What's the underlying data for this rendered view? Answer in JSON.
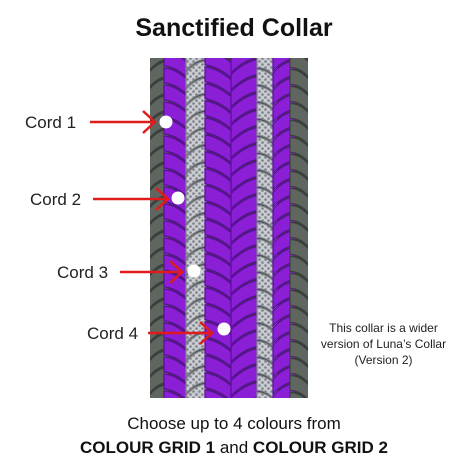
{
  "title": "Sanctified Collar",
  "cords": [
    {
      "label": "Cord 1"
    },
    {
      "label": "Cord 2"
    },
    {
      "label": "Cord 3"
    },
    {
      "label": "Cord 4"
    }
  ],
  "note": {
    "line1": "This collar is a wider",
    "line2": "version of Luna’s Collar",
    "line3": "(Version 2)"
  },
  "footer": {
    "line1": "Choose up to 4 colours from",
    "grid1": "COLOUR GRID 1",
    "and": "and",
    "grid2": "COLOUR GRID 2"
  },
  "colors": {
    "purple": "#8a1fd6",
    "purple_dark": "#5a0d99",
    "grey": "#5f6660",
    "grey_dark": "#3b403c",
    "silver": "#c9cdd2",
    "silver_dark": "#7d8288",
    "arrow": "#e01b1b"
  }
}
